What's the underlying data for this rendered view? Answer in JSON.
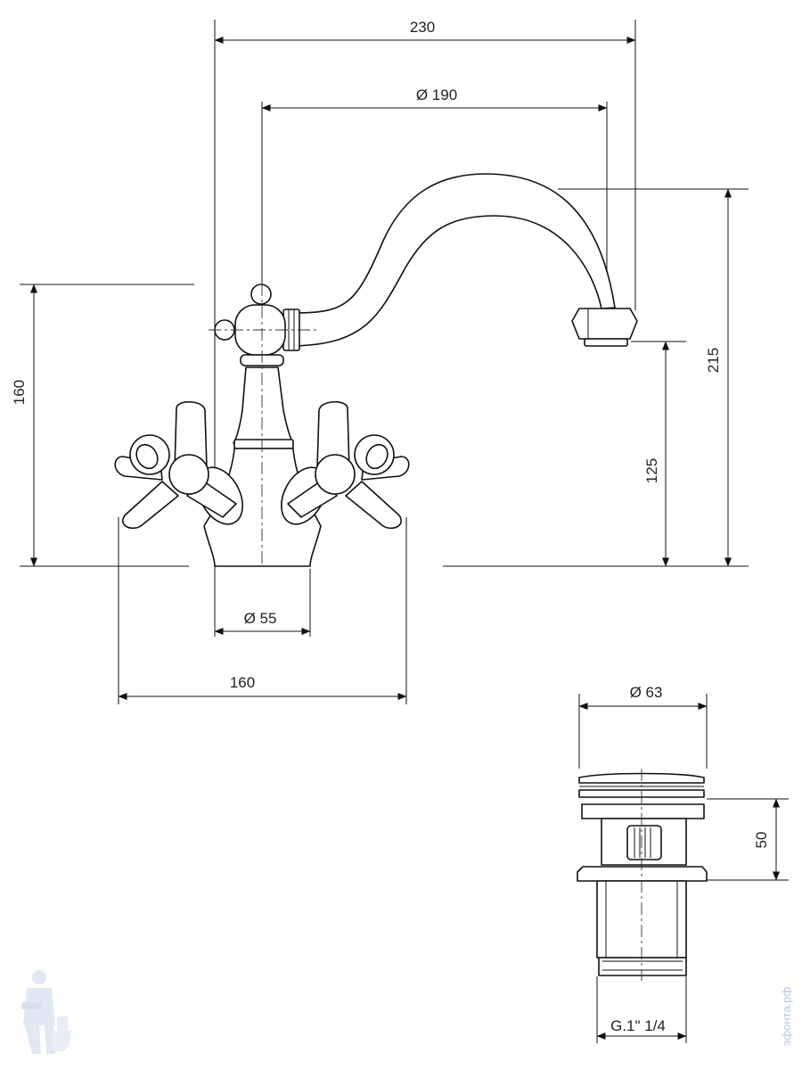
{
  "dimensions": {
    "overall_width": "230",
    "spout_reach": "Ø 190",
    "total_height": "215",
    "spout_height": "125",
    "body_height": "160",
    "base_diameter": "Ø 55",
    "handle_span": "160",
    "drain_diameter": "Ø 63",
    "drain_height": "50",
    "drain_thread": "G.1\" 1/4"
  },
  "watermark": {
    "text": "эфонта.рф"
  }
}
